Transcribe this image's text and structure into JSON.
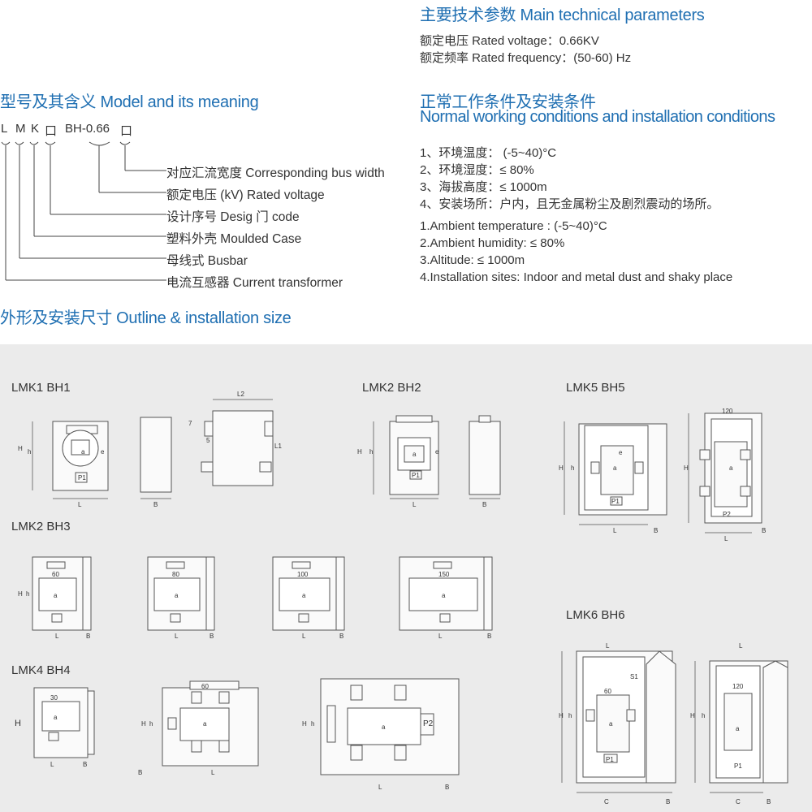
{
  "tech": {
    "title": "主要技术参数 Main technical parameters",
    "lines": [
      "额定电压 Rated voltage：0.66KV",
      "额定频率 Rated frequency：(50-60) Hz"
    ]
  },
  "model": {
    "title": "型号及其含义 Model and its meaning",
    "code": [
      "L",
      "M",
      "K",
      "口",
      "BH-0.66",
      "口"
    ],
    "meanings": [
      "对应汇流宽度 Corresponding bus width",
      "额定电压 (kV) Rated voltage",
      "设计序号 Desig 门 code",
      "塑料外壳 Moulded Case",
      "母线式 Busbar",
      "电流互感器 Current transformer"
    ]
  },
  "conditions": {
    "title_cn": "正常工作条件及安装条件",
    "title_en": "Normal working conditions and installation conditions",
    "cn_items": [
      "1、环境温度：  (-5~40)°C",
      "2、环境湿度：≤ 80%",
      "3、海拔高度：≤ 1000m",
      "4、安装场所：户内，且无金属粉尘及剧烈震动的场所。"
    ],
    "en_items": [
      "1.Ambient temperature : (-5~40)°C",
      "2.Ambient humidity: ≤ 80%",
      "3.Altitude: ≤ 1000m",
      "4.Installation sites: Indoor and metal dust and shaky place"
    ]
  },
  "outline": {
    "title": "外形及安装尺寸 Outline & installation size",
    "models": [
      "LMK1 BH1",
      "LMK2 BH2",
      "LMK5 BH5",
      "LMK2 BH3",
      "LMK6 BH6",
      "LMK4 BH4"
    ]
  },
  "dims": {
    "H": "H",
    "h": "h",
    "L": "L",
    "B": "B",
    "a": "a",
    "e": "e",
    "L1": "L1",
    "L2": "L2",
    "P1": "P1",
    "P2": "P2",
    "S1": "S1",
    "C": "C",
    "n5": "5",
    "n7": "7",
    "w30": "30",
    "w60": "60",
    "w80": "80",
    "w100": "100",
    "w120": "120",
    "w150": "150"
  }
}
